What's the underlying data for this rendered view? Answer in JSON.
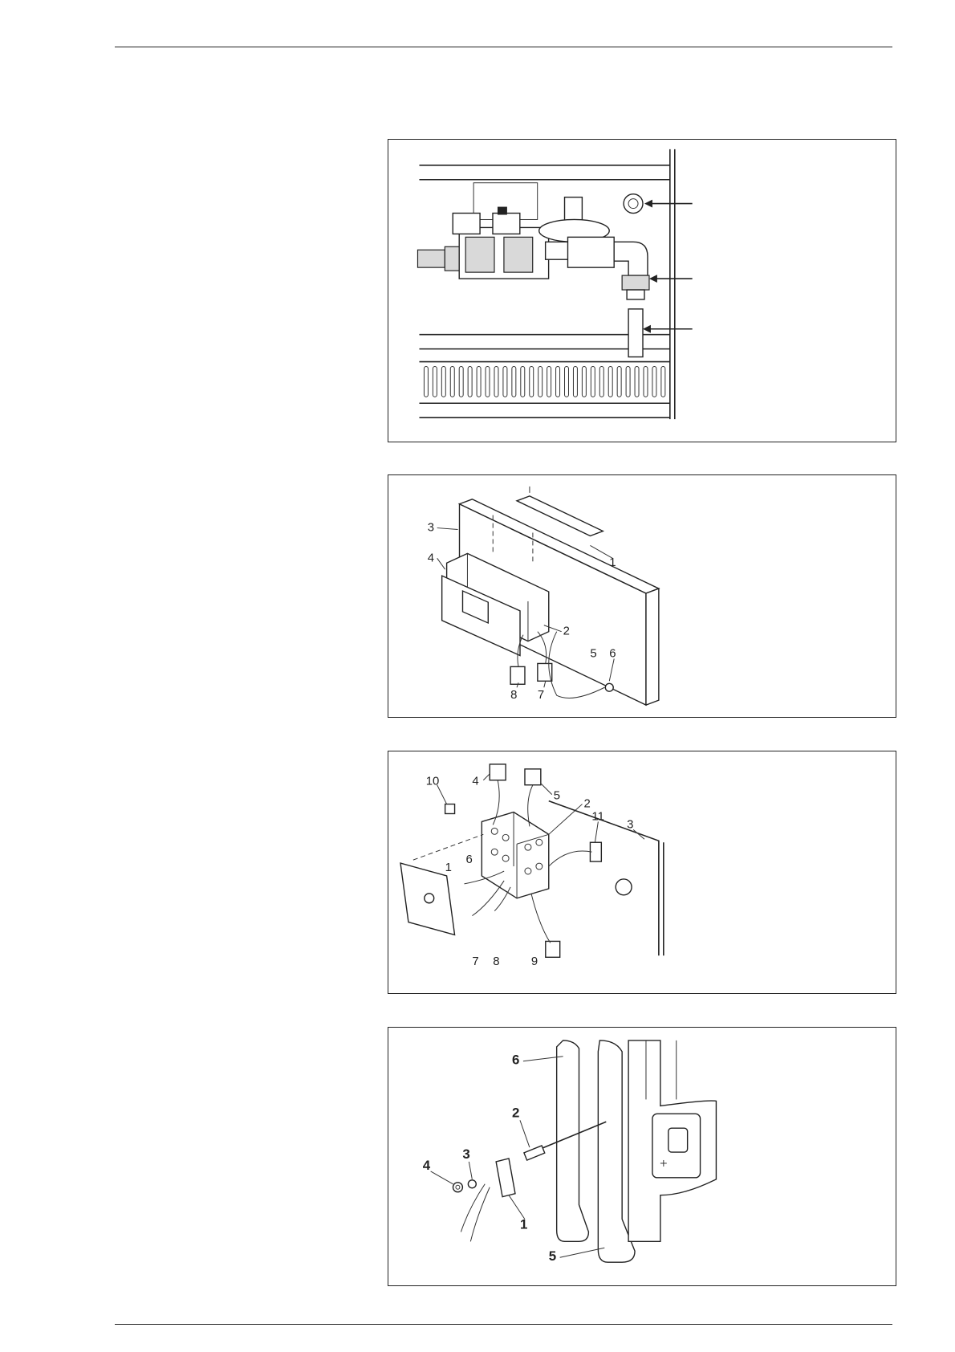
{
  "figures": [
    {
      "id": "gas-valve-assembly",
      "labels": []
    },
    {
      "id": "control-box-exploded",
      "labels": [
        "1",
        "2",
        "3",
        "4",
        "5",
        "6",
        "7",
        "8"
      ]
    },
    {
      "id": "junction-box-exploded",
      "labels": [
        "1",
        "2",
        "3",
        "4",
        "5",
        "6",
        "7",
        "8",
        "9",
        "10",
        "11"
      ]
    },
    {
      "id": "electrode-assembly",
      "labels": [
        "1",
        "2",
        "3",
        "4",
        "5",
        "6"
      ]
    }
  ]
}
